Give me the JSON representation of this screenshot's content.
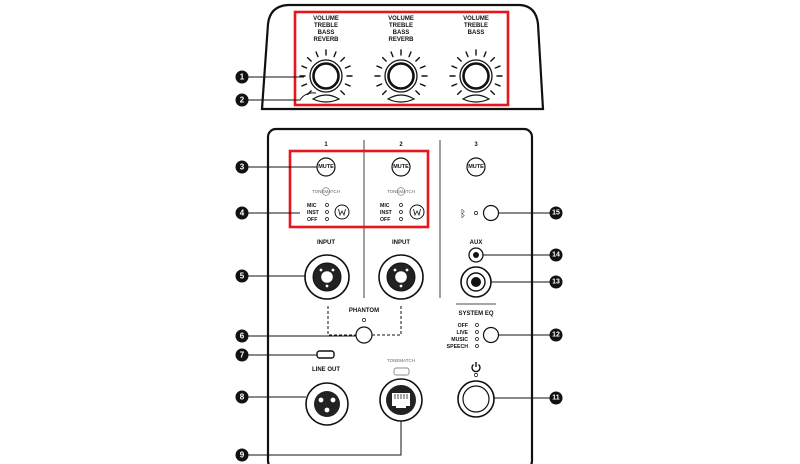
{
  "top_panel": {
    "knobs": [
      {
        "lines": [
          "VOLUME",
          "TREBLE",
          "BASS",
          "REVERB"
        ]
      },
      {
        "lines": [
          "VOLUME",
          "TREBLE",
          "BASS",
          "REVERB"
        ]
      },
      {
        "lines": [
          "VOLUME",
          "TREBLE",
          "BASS"
        ]
      }
    ]
  },
  "channels": {
    "ch1": {
      "number": "1",
      "mute": "MUTE",
      "tonematch": "TONEMATCH",
      "input": "INPUT",
      "modes": [
        "MIC",
        "INST",
        "OFF"
      ]
    },
    "ch2": {
      "number": "2",
      "mute": "MUTE",
      "tonematch": "TONEMATCH",
      "input": "INPUT",
      "modes": [
        "MIC",
        "INST",
        "OFF"
      ]
    },
    "ch3": {
      "number": "3",
      "mute": "MUTE"
    }
  },
  "labels": {
    "phantom": "PHANTOM",
    "aux": "AUX",
    "system_eq": "SYSTEM EQ",
    "eq_modes": [
      "OFF",
      "LIVE",
      "MUSIC",
      "SPEECH"
    ],
    "line_out": "LINE OUT",
    "tonematch_port": "TONEMATCH",
    "bluetooth_icon": "bluetooth-icon",
    "power_icon": "power-icon"
  },
  "callouts": [
    "1",
    "2",
    "3",
    "4",
    "5",
    "6",
    "7",
    "8",
    "9",
    "11",
    "12",
    "13",
    "14",
    "15"
  ],
  "colors": {
    "highlight": "#e8141e",
    "outline": "#111111",
    "callout_fill": "#111111"
  }
}
